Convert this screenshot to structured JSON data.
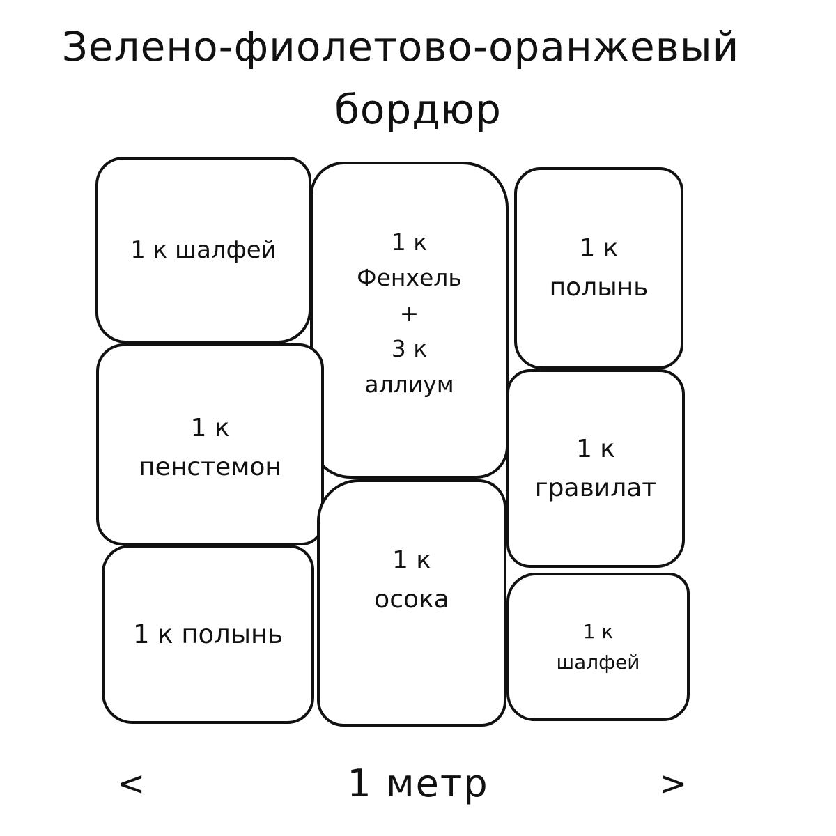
{
  "title": {
    "line1": "Зелено-фиолетово-оранжевый",
    "line2": "бордюр"
  },
  "beds": [
    {
      "lines": [
        "1 к шалфей"
      ]
    },
    {
      "lines": [
        "1 к",
        "Фенхель",
        "+",
        "3 к",
        "аллиум"
      ]
    },
    {
      "lines": [
        "1 к",
        "полынь"
      ]
    },
    {
      "lines": [
        "1 к",
        "пенстемон"
      ]
    },
    {
      "lines": [
        "1 к",
        "гравилат"
      ]
    },
    {
      "lines": [
        "1 к полынь"
      ]
    },
    {
      "lines": [
        "1 к",
        "осока"
      ]
    },
    {
      "lines": [
        "1 к",
        "шалфей"
      ]
    }
  ],
  "measure": {
    "label": "1 метр",
    "left_arrow": "<",
    "right_arrow": ">"
  }
}
